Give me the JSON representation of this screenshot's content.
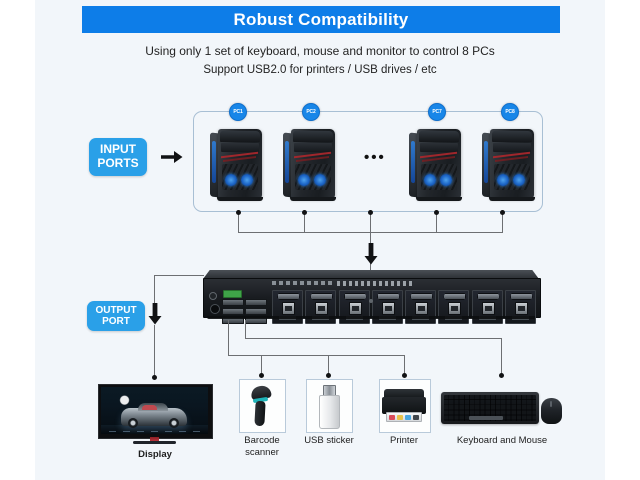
{
  "header": {
    "title": "Robust Compatibility",
    "subtitle_line1": "Using only 1 set of keyboard, mouse and monitor to control 8 PCs",
    "subtitle_line2": "Support USB2.0 for printers / USB drives / etc",
    "banner_color": "#0d7de8"
  },
  "labels": {
    "input_ports_line1": "INPUT",
    "input_ports_line2": "PORTS",
    "output_port_line1": "OUTPUT",
    "output_port_line2": "PORT",
    "badge_color": "#2aa0e8"
  },
  "pcs": [
    {
      "badge": "PC1"
    },
    {
      "badge": "PC2"
    },
    {
      "badge": "PC7"
    },
    {
      "badge": "PC8"
    }
  ],
  "ellipsis": "•••",
  "kvm": {
    "port_count": 8,
    "name": "kvm-switch"
  },
  "devices": [
    {
      "name": "display",
      "label": "Display"
    },
    {
      "name": "barcode-scanner",
      "label": "Barcode\nscanner"
    },
    {
      "name": "usb-sticker",
      "label": "USB sticker"
    },
    {
      "name": "printer",
      "label": "Printer"
    },
    {
      "name": "keyboard-and-mouse",
      "label": "Keyboard and Mouse"
    }
  ],
  "device_labels": {
    "display": "Display",
    "barcode_scanner_l1": "Barcode",
    "barcode_scanner_l2": "scanner",
    "usb_sticker": "USB sticker",
    "printer": "Printer",
    "keyboard_and_mouse": "Keyboard and Mouse"
  },
  "colors": {
    "background": "#ffffff",
    "panel": "#f2f6fa",
    "line": "#6d6f72",
    "node": "#111214",
    "pc_box_border": "#a8bfd4"
  }
}
